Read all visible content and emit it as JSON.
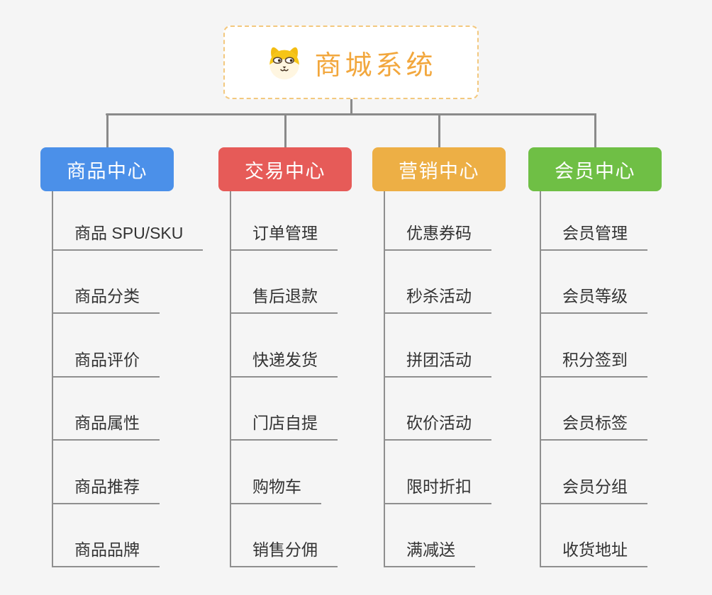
{
  "page": {
    "background_color": "#f5f5f5",
    "connector_color": "#8a8a8a",
    "subtopic_text_color": "#333333",
    "subtopic_underline_color": "#8f8f8f"
  },
  "root": {
    "label": "商城系统",
    "icon": "dog-face-icon",
    "text_color": "#f2a73d",
    "border_color": "#f3c87e",
    "background_color": "#ffffff"
  },
  "branches": [
    {
      "label": "商品中心",
      "color": "#4b90e9",
      "items": [
        "商品 SPU/SKU",
        "商品分类",
        "商品评价",
        "商品属性",
        "商品推荐",
        "商品品牌"
      ]
    },
    {
      "label": "交易中心",
      "color": "#e65b58",
      "items": [
        "订单管理",
        "售后退款",
        "快递发货",
        "门店自提",
        "购物车",
        "销售分佣"
      ]
    },
    {
      "label": "营销中心",
      "color": "#edaf45",
      "items": [
        "优惠券码",
        "秒杀活动",
        "拼团活动",
        "砍价活动",
        "限时折扣",
        "满减送"
      ]
    },
    {
      "label": "会员中心",
      "color": "#6fbf45",
      "items": [
        "会员管理",
        "会员等级",
        "积分签到",
        "会员标签",
        "会员分组",
        "收货地址"
      ]
    }
  ]
}
